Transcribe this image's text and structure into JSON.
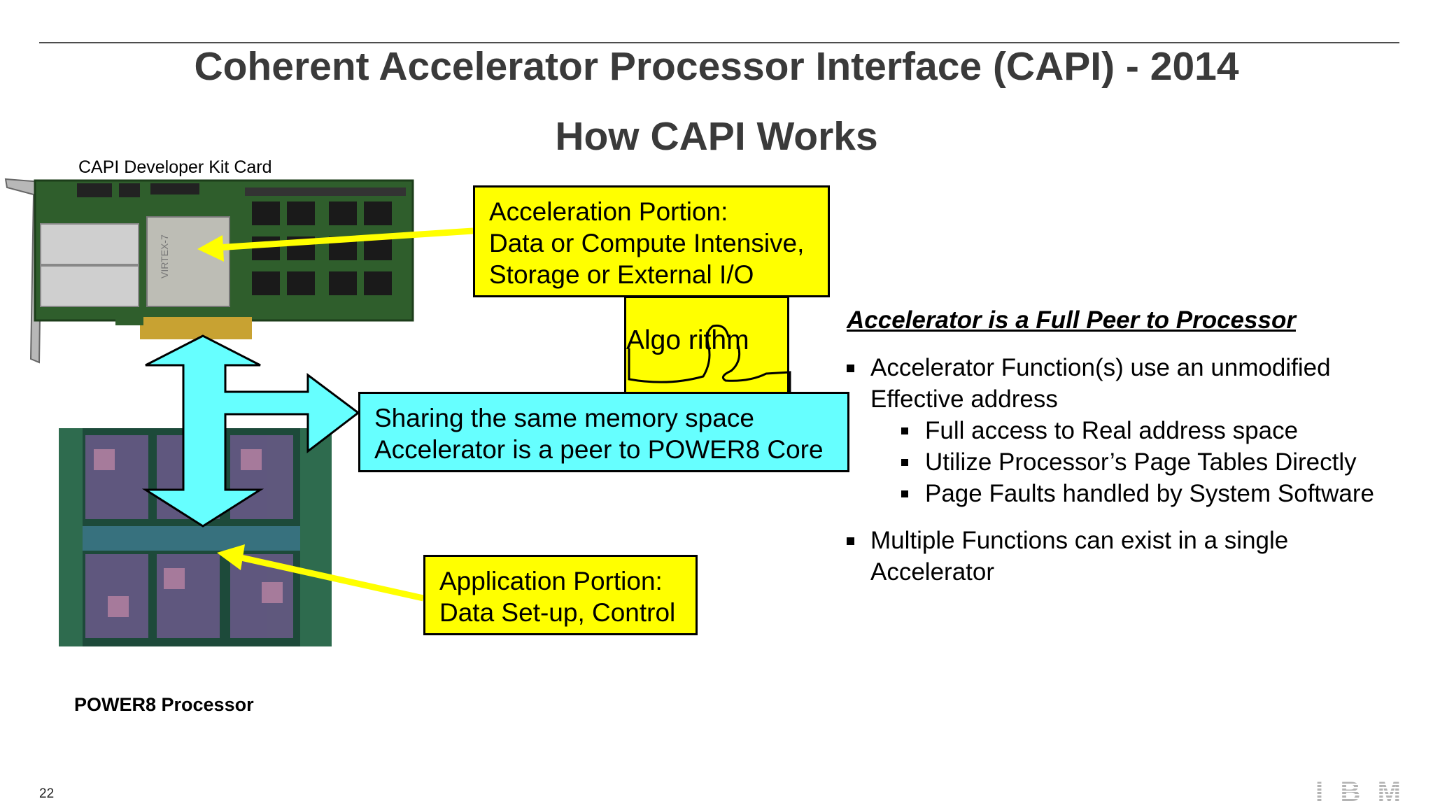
{
  "title": "Coherent Accelerator Processor Interface (CAPI) - 2014",
  "subtitle": "How CAPI Works",
  "card_caption": "CAPI Developer Kit Card",
  "processor_caption": "POWER8 Processor",
  "page_number": "22",
  "callouts": {
    "acceleration": [
      "Acceleration Portion:",
      "Data or Compute Intensive,",
      "Storage or External I/O"
    ],
    "algorithm": "Algo  rithm",
    "sharing": [
      "Sharing the same memory space",
      "Accelerator is a peer to POWER8 Core"
    ],
    "application": [
      "Application Portion:",
      "Data Set-up, Control"
    ]
  },
  "peer_section": {
    "heading": "Accelerator is a Full Peer to Processor",
    "bullets": [
      {
        "lines": [
          "Accelerator Function(s) use an unmodified",
          "Effective address"
        ]
      },
      {
        "sub": [
          "Full access to Real address space",
          "Utilize Processor’s Page Tables Directly",
          "Page Faults handled by System Software"
        ]
      },
      {
        "lines": [
          "Multiple Functions can exist in a single",
          "Accelerator"
        ]
      }
    ]
  },
  "logo_text": "IBM",
  "colors": {
    "yellow": "#ffff00",
    "cyan": "#66ffff",
    "title": "#3a3a3a",
    "card_green": "#2f5e2c",
    "chip_base": "#1d4a3a"
  }
}
